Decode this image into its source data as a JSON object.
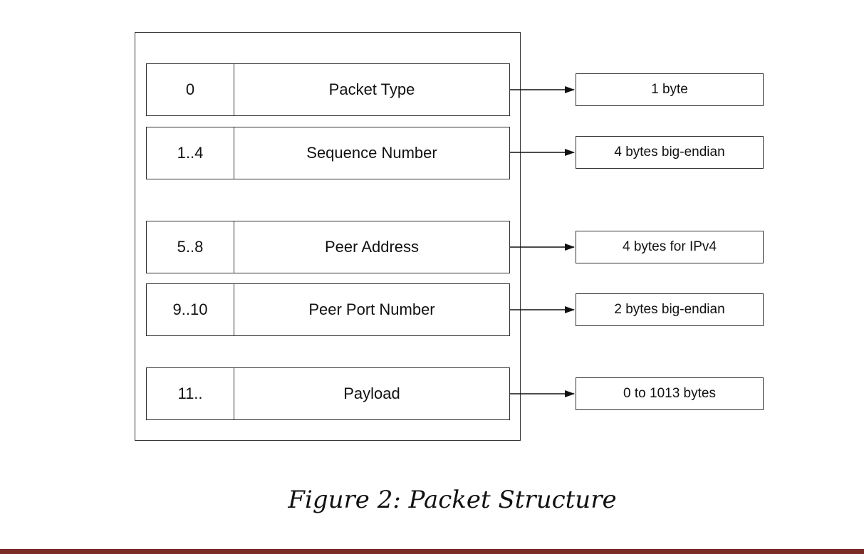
{
  "fields": [
    {
      "offset": "0",
      "name": "Packet Type",
      "size": "1 byte"
    },
    {
      "offset": "1..4",
      "name": "Sequence Number",
      "size": "4 bytes big-endian"
    },
    {
      "offset": "5..8",
      "name": "Peer Address",
      "size": "4 bytes for IPv4"
    },
    {
      "offset": "9..10",
      "name": "Peer Port Number",
      "size": "2 bytes big-endian"
    },
    {
      "offset": "11..",
      "name": "Payload",
      "size": "0 to 1013 bytes"
    }
  ],
  "caption": "Figure 2: Packet Structure",
  "colors": {
    "line": "#333333",
    "footer_bar": "#7a2c28"
  }
}
